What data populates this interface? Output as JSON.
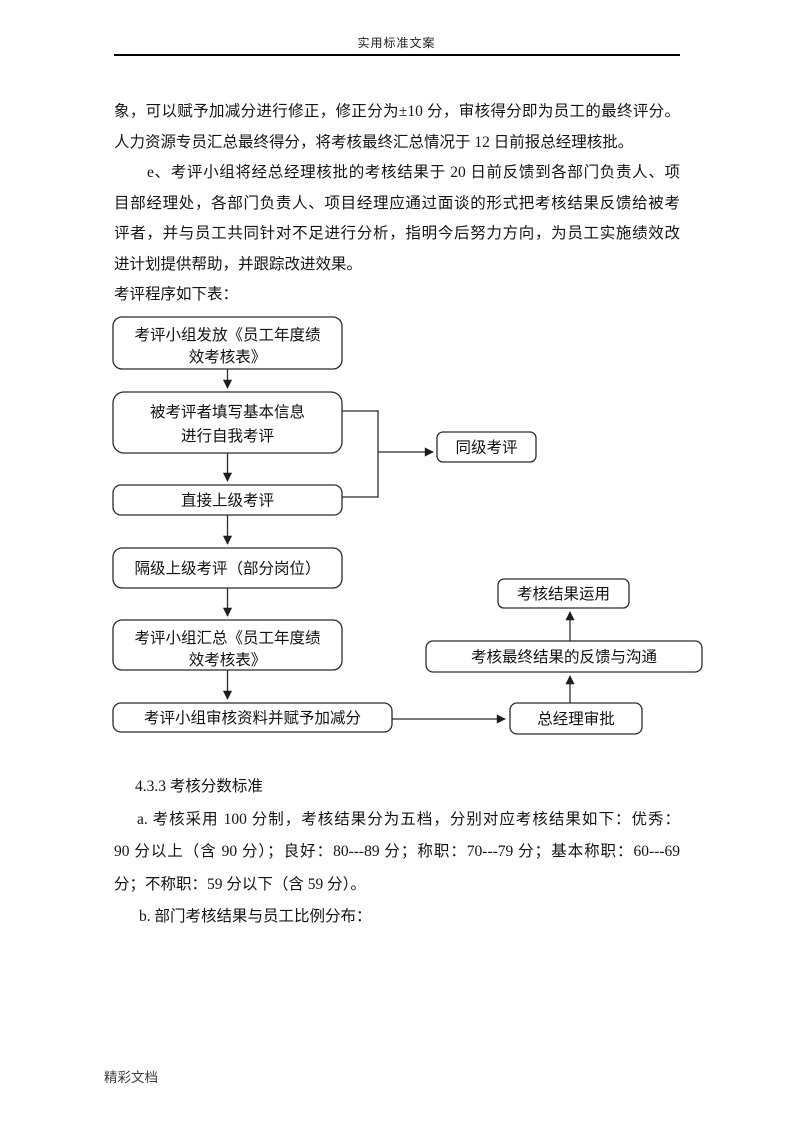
{
  "header": {
    "title": "实用标准文案"
  },
  "footer": {
    "text": "精彩文档"
  },
  "body": {
    "para_intro": {
      "line1": "象，可以赋予加减分进行修正，修正分为±10 分，审核得分即为员工的最终评分。",
      "line2": "人力资源专员汇总最终得分，将考核最终汇总情况于 12 日前报总经理核批。"
    },
    "para_e": {
      "line1": "e、考评小组将经总经理核批的考核结果于 20 日前反馈到各部门负责人、项",
      "line2": "目部经理处，各部门负责人、项目经理应通过面谈的形式把考核结果反馈给被考",
      "line3": "评者，并与员工共同针对不足进行分析，指明今后努力方向，为员工实施绩效改",
      "line4": "进计划提供帮助，并跟踪改进效果。"
    },
    "table_intro": "考评程序如下表：",
    "section_heading": "4.3.3 考核分数标准",
    "para_a": {
      "line1": "a. 考核采用 100 分制，考核结果分为五档，分别对应考核结果如下：优秀：",
      "line2": "90 分以上（含 90 分）；良好：80---89 分；称职：70---79 分；基本称职：60---69",
      "line3": "分；不称职：59 分以下（含 59 分）。"
    },
    "para_b": "b. 部门考核结果与员工比例分布："
  },
  "flowchart": {
    "boxes": {
      "issue_form": {
        "line1": "考评小组发放《员工年度绩",
        "line2": "效考核表》"
      },
      "self_eval": {
        "line1": "被考评者填写基本信息",
        "line2": "进行自我考评"
      },
      "direct_superior": {
        "label": "直接上级考评"
      },
      "peer_eval": {
        "label": "同级考评"
      },
      "skip_level": {
        "label": "隔级上级考评（部分岗位）"
      },
      "summarize": {
        "line1": "考评小组汇总《员工年度绩",
        "line2": "效考核表》"
      },
      "review_adjust": {
        "label": "考评小组审核资料并赋予加减分"
      },
      "result_use": {
        "label": "考核结果运用"
      },
      "feedback": {
        "label": "考核最终结果的反馈与沟通"
      },
      "gm_approval": {
        "label": "总经理审批"
      }
    }
  },
  "colors": {
    "ink": "#141414",
    "stroke": "#2b2b2b",
    "page": "#ffffff"
  }
}
